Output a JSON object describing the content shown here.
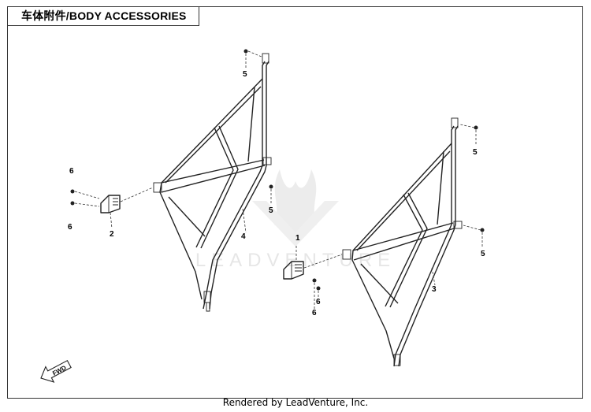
{
  "title": "车体附件/BODY ACCESSORIES",
  "callouts": {
    "c1": "1",
    "c2": "2",
    "c3": "3",
    "c4": "4",
    "c5a": "5",
    "c5b": "5",
    "c5c": "5",
    "c5d": "5",
    "c6a": "6",
    "c6b": "6",
    "c6c": "6",
    "c6d": "6"
  },
  "fwd_label": "FWD",
  "watermark": "LEADVENTURE",
  "footer": "Rendered by LeadVenture, Inc.",
  "icons": {
    "fwd_arrow": "fwd-arrow-icon",
    "watermark_logo": "leadventure-flame-icon"
  }
}
